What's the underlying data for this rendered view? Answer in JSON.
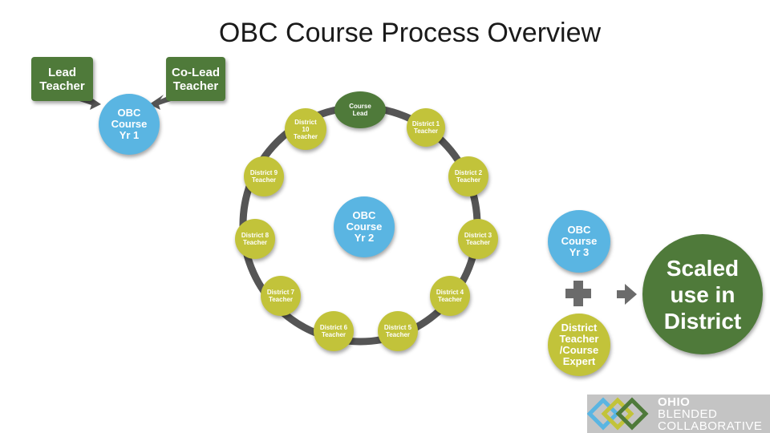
{
  "title": "OBC Course Process Overview",
  "year1": {
    "lead": "Lead\nTeacher",
    "colead": "Co-Lead\nTeacher",
    "course": "OBC\nCourse\nYr 1"
  },
  "year2": {
    "center": "OBC\nCourse\nYr 2",
    "ring": [
      "Course\nLead",
      "District 1\nTeacher",
      "District 2\nTeacher",
      "District 3\nTeacher",
      "District 4\nTeacher",
      "District 5\nTeacher",
      "District 6\nTeacher",
      "District 7\nTeacher",
      "District 8\nTeacher",
      "District 9\nTeacher",
      "District\n10\nTeacher"
    ]
  },
  "year3": {
    "course": "OBC\nCourse\nYr 3",
    "expert": "District\nTeacher\n/Course\nExpert",
    "plus_icon": "plus-icon",
    "arrow_icon": "right-arrow-icon",
    "result": "Scaled\nuse in\nDistrict"
  },
  "logo": {
    "line1": "OHIO",
    "line2": "BLENDED",
    "line3": "COLLABORATIVE"
  },
  "colors": {
    "dark_green": "#4f7a3a",
    "olive": "#c2c33a",
    "blue": "#5ab5e2",
    "ring_gray": "#555555"
  }
}
